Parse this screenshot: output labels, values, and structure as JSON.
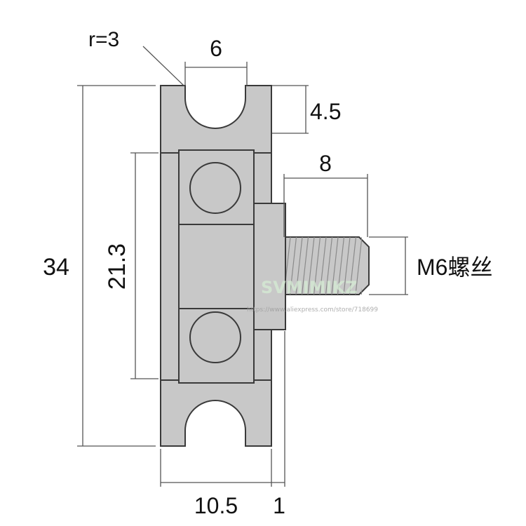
{
  "colors": {
    "part_fill": "#c8c8c8",
    "part_stroke": "#3a3a3a",
    "dim_line": "#555555",
    "text": "#111111",
    "background": "#ffffff"
  },
  "labels": {
    "radius": "r=3",
    "groove_width": "6",
    "groove_depth": "4.5",
    "screw_length": "8",
    "thread": "M6螺丝",
    "bearing_height": "21.3",
    "total_height": "34",
    "wheel_width": "10.5",
    "spacer_width": "1"
  },
  "watermark": {
    "brand": "SVMIMIKZ",
    "url": "https://www.aliexpress.com/store/718699"
  }
}
